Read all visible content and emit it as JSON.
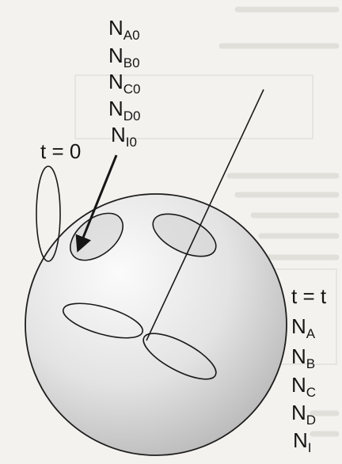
{
  "initial": {
    "time_label": "t = 0",
    "species": [
      {
        "base": "N",
        "sub": "A0"
      },
      {
        "base": "N",
        "sub": "B0"
      },
      {
        "base": "N",
        "sub": "C0"
      },
      {
        "base": "N",
        "sub": "D0"
      },
      {
        "base": "N",
        "sub": "I0"
      }
    ]
  },
  "final": {
    "time_label": "t = t",
    "species": [
      {
        "base": "N",
        "sub": "A"
      },
      {
        "base": "N",
        "sub": "B"
      },
      {
        "base": "N",
        "sub": "C"
      },
      {
        "base": "N",
        "sub": "D"
      },
      {
        "base": "N",
        "sub": "I"
      }
    ]
  },
  "colors": {
    "ink": "#151515",
    "paper": "#f4f2ee",
    "sphere_light": "#fbfbfb",
    "sphere_dark": "#bdbdbd"
  }
}
